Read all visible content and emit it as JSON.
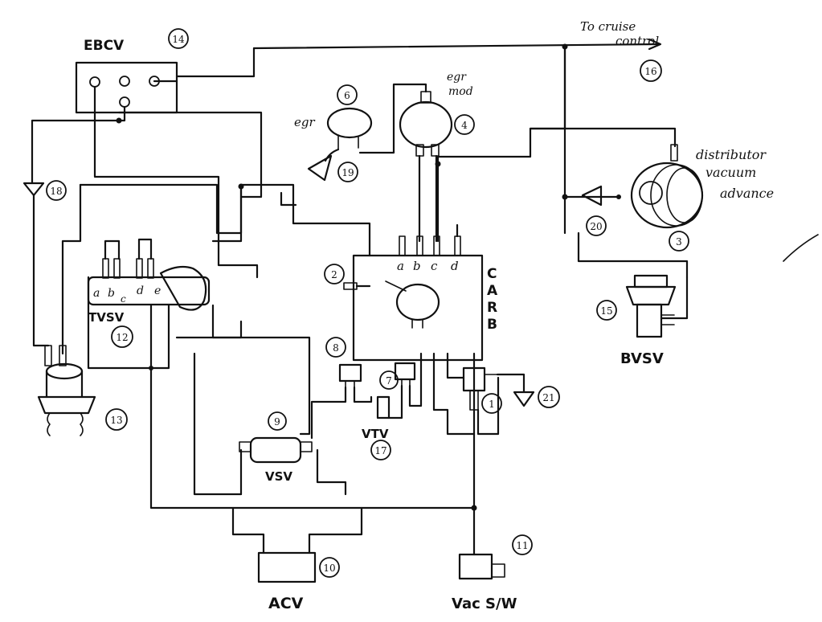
{
  "labels": {
    "ebcv": "EBCV",
    "egr": "egr",
    "egr_mod_1": "egr",
    "egr_mod_2": "mod",
    "to_cruise_1": "To cruise",
    "to_cruise_2": "control",
    "dist_1": "distributor",
    "dist_2": "vacuum",
    "dist_3": "advance",
    "carb_c": "C",
    "carb_a": "A",
    "carb_r": "R",
    "carb_b": "B",
    "port_a": "a",
    "port_b": "b",
    "port_c": "c",
    "port_d": "d",
    "tvsv": "TVSV",
    "tvsv_a": "a",
    "tvsv_b": "b",
    "tvsv_c": "c",
    "tvsv_d": "d",
    "tvsv_e": "e",
    "vsv": "VSV",
    "vtv": "VTV",
    "acv": "ACV",
    "vacsw": "Vac S/W",
    "bvsv": "BVSV"
  },
  "numbers": {
    "n14": "14",
    "n6": "6",
    "n4": "4",
    "n16": "16",
    "n18": "18",
    "n19": "19",
    "n20": "20",
    "n3": "3",
    "n15": "15",
    "n2": "2",
    "n12": "12",
    "n13": "13",
    "n8": "8",
    "n7": "7",
    "n1": "1",
    "n21": "21",
    "n9": "9",
    "n17": "17",
    "n10": "10",
    "n11": "11"
  }
}
